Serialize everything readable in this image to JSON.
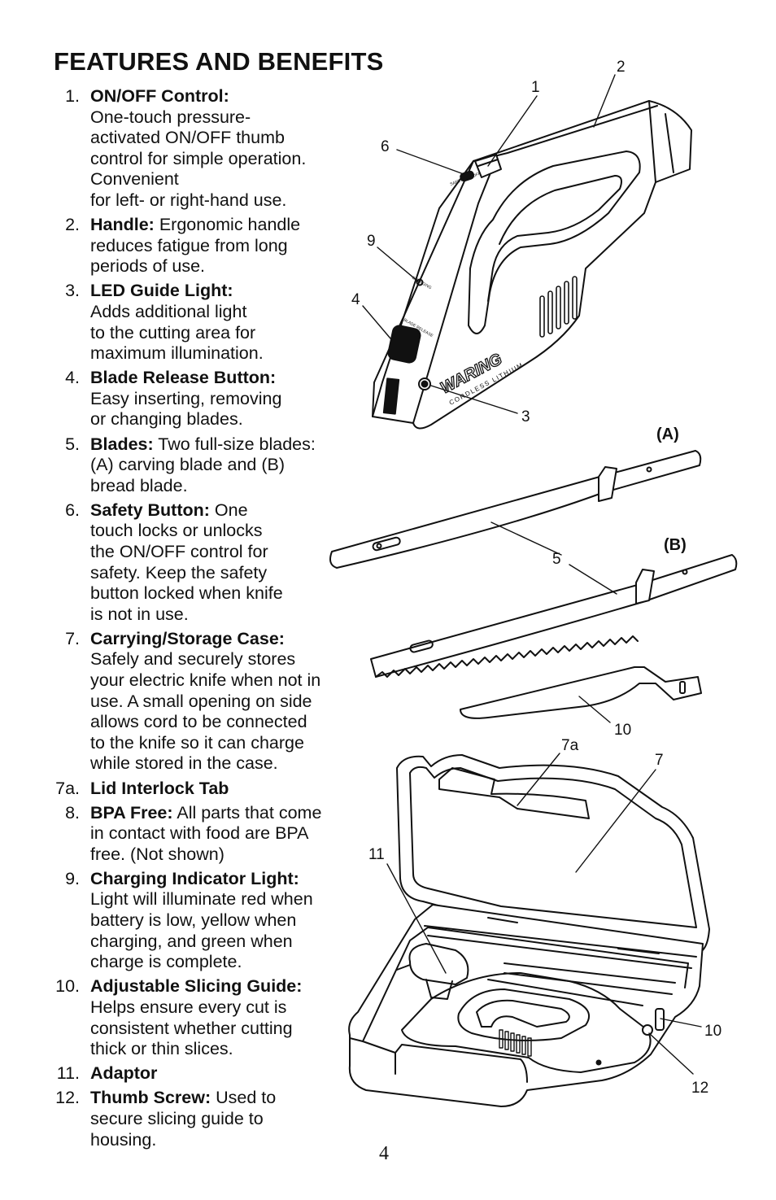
{
  "page": {
    "title": "FEATURES AND BENEFITS",
    "page_number": "4"
  },
  "features": [
    {
      "num": "1.",
      "label": "ON/OFF Control:",
      "text": "One-touch pressure-\nactivated ON/OFF thumb\ncontrol for simple operation.\nConvenient\nfor left- or right-hand use.",
      "break_after_label": true
    },
    {
      "num": "2.",
      "label": "Handle:",
      "text": " Ergonomic handle\nreduces fatigue from long\nperiods of use.",
      "break_after_label": false
    },
    {
      "num": "3.",
      "label": "LED Guide Light:",
      "text": "Adds additional light\nto the cutting area for\nmaximum illumination.",
      "break_after_label": true
    },
    {
      "num": "4.",
      "label": "Blade Release Button:",
      "text": "Easy inserting, removing\nor changing blades.",
      "break_after_label": true
    },
    {
      "num": "5.",
      "label": "Blades:",
      "text": " Two full-size blades:\n(A) carving blade and (B)\nbread blade.",
      "break_after_label": false
    },
    {
      "num": "6.",
      "label": "Safety Button:",
      "text": " One\ntouch locks or unlocks\nthe ON/OFF control for\nsafety. Keep the safety\nbutton locked when knife\nis not in use.",
      "break_after_label": false
    },
    {
      "num": "7.",
      "label": "Carrying/Storage Case:",
      "text": "Safely and securely stores\nyour electric knife when not in\nuse. A small opening on side\nallows cord to be connected\nto the knife so it can charge\nwhile stored in the case.",
      "break_after_label": true
    },
    {
      "num": "7a.",
      "label": "Lid Interlock Tab",
      "text": "",
      "break_after_label": false
    },
    {
      "num": "8.",
      "label": "BPA Free:",
      "text": " All parts that come\nin contact with food are BPA\nfree. (Not shown)",
      "break_after_label": false
    },
    {
      "num": "9.",
      "label": "Charging Indicator Light:",
      "text": "Light will illuminate red when\nbattery is low, yellow when\ncharging, and green when\ncharge is complete.",
      "break_after_label": true
    },
    {
      "num": "10.",
      "label": "Adjustable Slicing Guide:",
      "text": "Helps ensure every cut is\nconsistent whether cutting\nthick or thin slices.",
      "break_after_label": true
    },
    {
      "num": "11.",
      "label": "Adaptor",
      "text": "",
      "break_after_label": false
    },
    {
      "num": "12.",
      "label": "Thumb Screw:",
      "text": " Used to\nsecure slicing guide to\nhousing.",
      "break_after_label": false
    }
  ],
  "callouts": {
    "c1": "1",
    "c2": "2",
    "c3": "3",
    "c4": "4",
    "c5": "5",
    "c6": "6",
    "c7": "7",
    "c7a": "7a",
    "c9": "9",
    "c10a": "10",
    "c10b": "10",
    "c11": "11",
    "c12": "12",
    "blade_a": "(A)",
    "blade_b": "(B)"
  },
  "device": {
    "brand": "WARING",
    "brand_sub": "CORDLESS LITHIUM",
    "safety_label": "SAFETY  ON/OFF",
    "charging_label": "CHARGING",
    "blade_release_label": "BLADE RELEASE"
  }
}
